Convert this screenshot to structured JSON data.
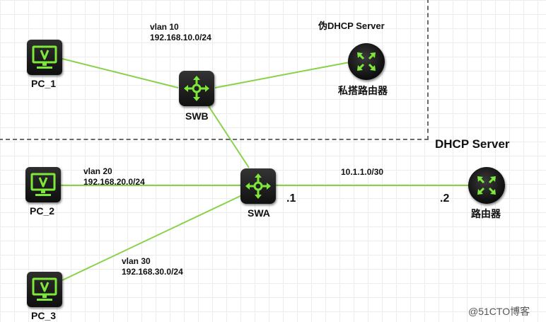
{
  "colors": {
    "link": "#88d24a",
    "icon_green": "#7ee83a"
  },
  "networks": {
    "vlan10": {
      "name": "vlan 10",
      "subnet": "192.168.10.0/24"
    },
    "vlan20": {
      "name": "vlan 20",
      "subnet": "192.168.20.0/24"
    },
    "vlan30": {
      "name": "vlan 30",
      "subnet": "192.168.30.0/24"
    },
    "wan": {
      "subnet": "10.1.1.0/30",
      "swa_ip": ".1",
      "router_ip": ".2"
    }
  },
  "devices": {
    "pc1": {
      "label": "PC_1",
      "icon": "pc-icon"
    },
    "pc2": {
      "label": "PC_2",
      "icon": "pc-icon"
    },
    "pc3": {
      "label": "PC_3",
      "icon": "pc-icon"
    },
    "swb": {
      "label": "SWB",
      "icon": "switch-icon"
    },
    "swa": {
      "label": "SWA",
      "icon": "switch-icon"
    },
    "rogue_router": {
      "label": "私搭路由器",
      "role": "伪DHCP Server",
      "icon": "router-icon"
    },
    "router": {
      "label": "路由器",
      "role": "DHCP Server",
      "icon": "router-icon"
    }
  },
  "watermark": "@51CTO博客"
}
